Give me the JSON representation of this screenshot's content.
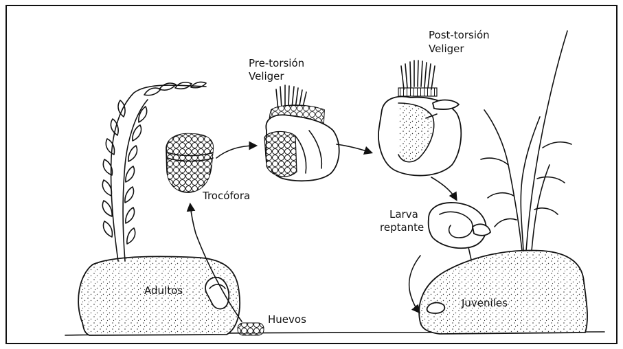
{
  "labels": {
    "trocofora": "Trocófora",
    "pretorsion_line1": "Pre-torsión",
    "pretorsion_line2": "Veliger",
    "posttorsion_line1": "Post-torsión",
    "posttorsion_line2": "Veliger",
    "larva_line1": "Larva",
    "larva_line2": "reptante",
    "adultos": "Adultos",
    "huevos": "Huevos",
    "juveniles": "Juveniles"
  },
  "colors": {
    "ink": "#111111",
    "paper": "#ffffff"
  }
}
